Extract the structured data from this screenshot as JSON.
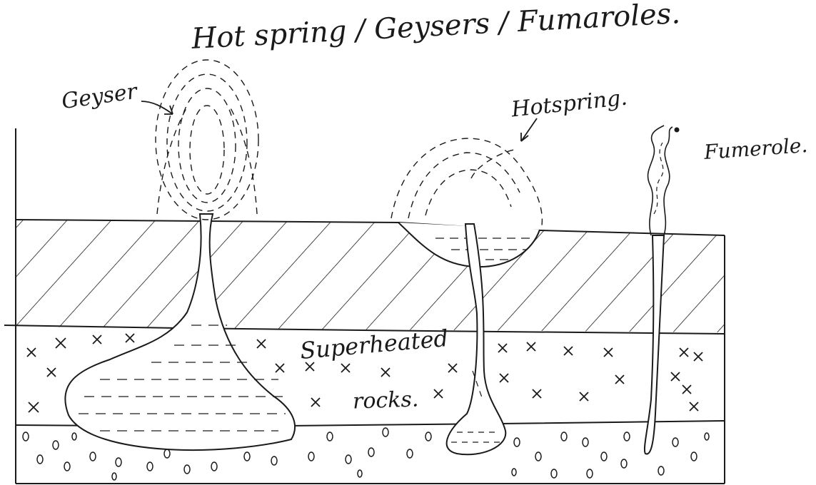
{
  "labels": {
    "title": "Hot spring / Geysers / Fumaroles.",
    "geyser": "Geyser",
    "hot_spring": "Hotspring.",
    "fumarole": "Fumerole.",
    "superheated": "Superheated",
    "rocks": "rocks."
  },
  "colors": {
    "ink": "#1a1a1a",
    "paper": "#ffffff"
  }
}
